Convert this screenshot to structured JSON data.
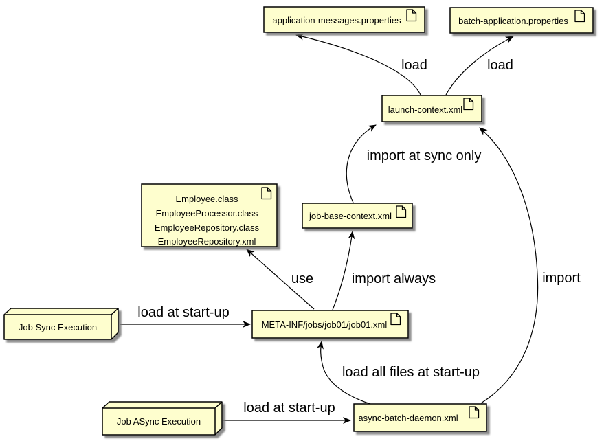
{
  "diagram": {
    "type": "uml-artifact-dependency-diagram",
    "colors": {
      "background": "#ffffff",
      "box_fill": "#fefece",
      "box_border": "#000000",
      "shadow": "#777777",
      "text": "#000000"
    }
  },
  "artifacts": {
    "app_messages": {
      "label": "application-messages.properties",
      "icon": "file-icon"
    },
    "batch_app": {
      "label": "batch-application.properties",
      "icon": "file-icon"
    },
    "launch_context": {
      "label": "launch-context.xml",
      "icon": "file-icon"
    },
    "employee": {
      "icon": "file-icon",
      "lines": [
        "Employee.class",
        "EmployeeProcessor.class",
        "EmployeeRepository.class",
        "EmployeeRepository.xml"
      ]
    },
    "job_base": {
      "label": "job-base-context.xml",
      "icon": "file-icon"
    },
    "meta_inf": {
      "label": "META-INF/jobs/job01/job01.xml",
      "icon": "file-icon"
    },
    "async_daemon": {
      "label": "async-batch-daemon.xml",
      "icon": "file-icon"
    }
  },
  "nodes": {
    "job_sync": {
      "label": "Job Sync Execution"
    },
    "job_async": {
      "label": "Job ASync Execution"
    }
  },
  "edges": {
    "load_left": {
      "label": "load",
      "from": "launch-context.xml",
      "to": "application-messages.properties"
    },
    "load_right": {
      "label": "load",
      "from": "launch-context.xml",
      "to": "batch-application.properties"
    },
    "import_sync_only": {
      "label": "import at sync only",
      "from": "job-base-context.xml",
      "to": "launch-context.xml"
    },
    "import_async": {
      "label": "import",
      "from": "async-batch-daemon.xml",
      "to": "launch-context.xml"
    },
    "use": {
      "label": "use",
      "from": "META-INF/jobs/job01/job01.xml",
      "to": "Employee classes"
    },
    "import_always": {
      "label": "import always",
      "from": "META-INF/jobs/job01/job01.xml",
      "to": "job-base-context.xml"
    },
    "sync_load_startup": {
      "label": "load at start-up",
      "from": "Job Sync Execution",
      "to": "META-INF/jobs/job01/job01.xml"
    },
    "load_all_files": {
      "label": "load all files at start-up",
      "from": "async-batch-daemon.xml",
      "to": "META-INF/jobs/job01/job01.xml"
    },
    "async_load_startup": {
      "label": "load at start-up",
      "from": "Job ASync Execution",
      "to": "async-batch-daemon.xml"
    }
  }
}
